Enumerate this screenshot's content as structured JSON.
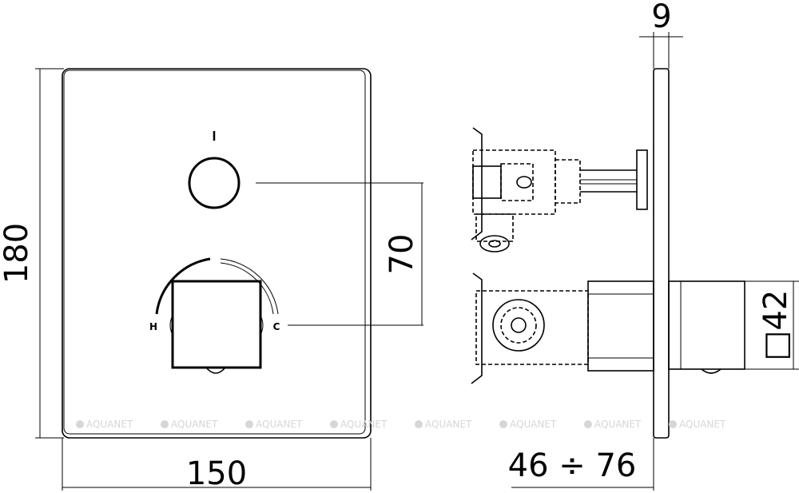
{
  "dimensions": {
    "height": "180",
    "width": "150",
    "spacing": "70",
    "plate_thickness": "9",
    "depth_range": "46 ÷ 76",
    "handle_size": "□42"
  },
  "markings": {
    "top_indicator": "I",
    "hot": "H",
    "cold": "C"
  },
  "watermark": {
    "text": "AQUANET",
    "repeat": 8
  },
  "colors": {
    "line": "#000000",
    "watermark": "#d6d6d6",
    "background": "#ffffff"
  }
}
